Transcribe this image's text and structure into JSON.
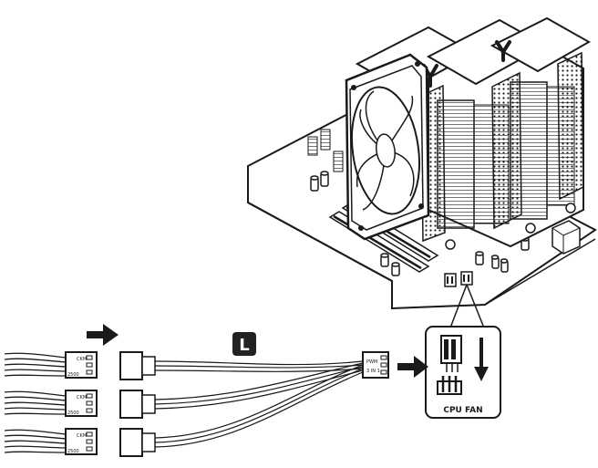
{
  "badge": {
    "letter": "L"
  },
  "callout": {
    "label": "CPU FAN"
  },
  "connectors": {
    "fan_label": "CKM",
    "fan_sub": "2500",
    "splitter_label": "PWM",
    "splitter_sub": "3 IN 1"
  },
  "colors": {
    "ink": "#1a1a1a",
    "badge_bg": "#222222",
    "badge_fg": "#ffffff"
  }
}
